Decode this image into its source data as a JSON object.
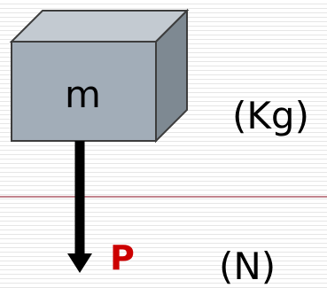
{
  "diagram": {
    "mass_symbol": "m",
    "mass_unit": "(Kg)",
    "force_symbol": "P",
    "force_unit": "(N)"
  },
  "colors": {
    "box_front": "#a2adb8",
    "box_top": "#c3cad1",
    "box_side": "#7e8992",
    "box_edge": "#3d3d3d",
    "arrow": "#000000",
    "force_label": "#cc0000",
    "divider_line": "#9e3b4a"
  }
}
